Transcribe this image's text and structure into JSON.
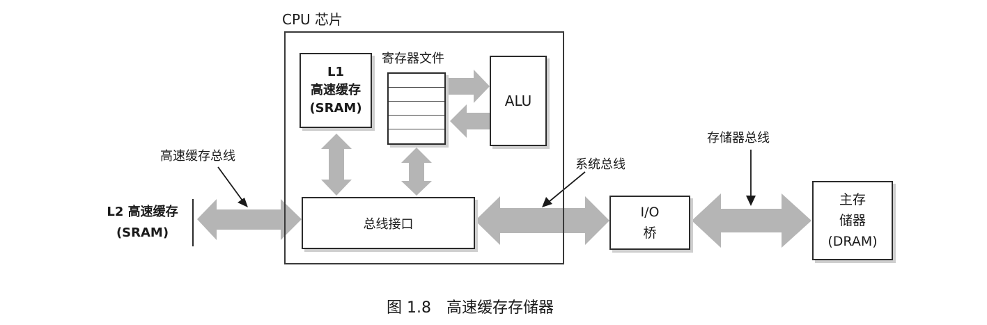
{
  "cpu_chip": {
    "label": "CPU 芯片"
  },
  "l1_cache": {
    "line1": "L1",
    "line2": "高速缓存",
    "line3": "(SRAM)"
  },
  "register_file": {
    "label": "寄存器文件",
    "rows": 5
  },
  "alu": {
    "label": "ALU"
  },
  "bus_interface": {
    "label": "总线接口"
  },
  "l2_cache": {
    "line1": "L2 高速缓存",
    "line2": "(SRAM)"
  },
  "cache_bus": {
    "label": "高速缓存总线"
  },
  "system_bus": {
    "label": "系统总线"
  },
  "io_bridge": {
    "line1": "I/O",
    "line2": "桥"
  },
  "memory_bus": {
    "label": "存储器总线"
  },
  "main_memory": {
    "line1": "主存",
    "line2": "储器",
    "line3": "(DRAM)"
  },
  "caption": {
    "label": "图 1.8　高速缓存存储器"
  },
  "colors": {
    "arrow_fill": "#b5b5b5",
    "border": "#2b2b2b"
  }
}
